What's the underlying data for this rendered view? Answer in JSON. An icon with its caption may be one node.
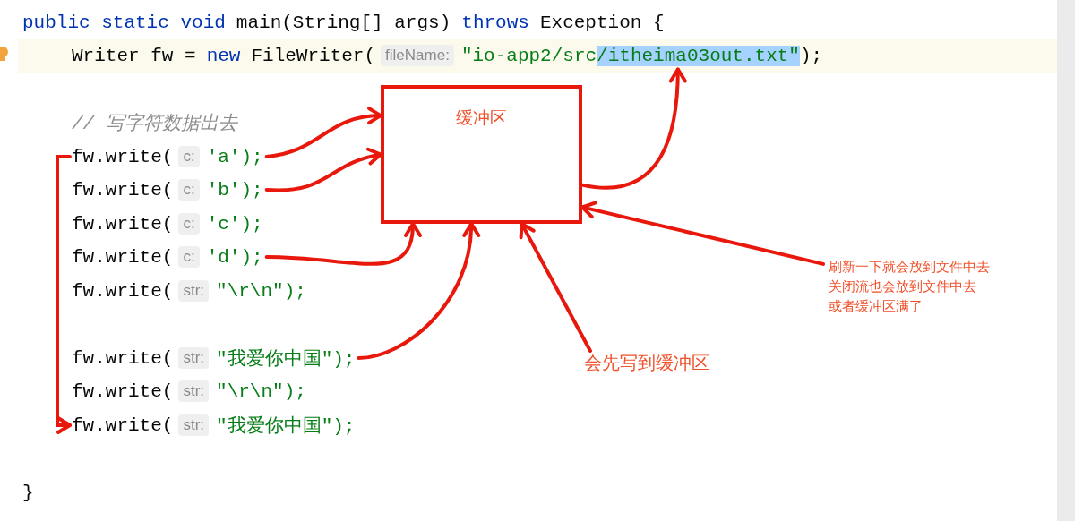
{
  "diagram": {
    "nodes": [
      {
        "text": [
          "/itheima03out.txt\""
        ]
      },
      {
        "text": [
          "缓冲区"
        ]
      },
      {
        "text": [
          "fw.write(",
          "c:",
          "'a');"
        ]
      },
      {
        "text": [
          "fw.write(",
          "c:",
          "'b');"
        ]
      },
      {
        "text": [
          "fw.write(",
          "c:",
          "'c');"
        ]
      },
      {
        "text": [
          "fw.write(",
          "c:",
          "'d');"
        ]
      },
      {
        "text": [
          "fw.write(",
          "str:",
          "\"\\r\\n\");"
        ]
      },
      {
        "text": [
          "fw.write(",
          "str:",
          "\"我爱你中国\");"
        ]
      },
      {
        "text": [
          "fw.write(",
          "str:",
          "\"\\r\\n\");"
        ]
      },
      {
        "text": [
          "fw.write(",
          "str:",
          "\"我爱你中国\");"
        ]
      },
      {
        "text": [
          "会先写到缓冲区"
        ]
      },
      {
        "text": [
          "刷新一下就会放到文件中去",
          "关闭流也会放到文件中去",
          "或者缓冲区满了"
        ]
      }
    ],
    "edges": [
      {
        "from": 2,
        "to": 1,
        "arrow": "to"
      },
      {
        "from": 3,
        "to": 1,
        "arrow": "to"
      },
      {
        "from": 5,
        "to": 1,
        "arrow": "to"
      },
      {
        "from": 7,
        "to": 1,
        "arrow": "to"
      },
      {
        "from": 1,
        "to": 0,
        "arrow": "to"
      },
      {
        "from": 10,
        "to": 1,
        "arrow": "to"
      },
      {
        "from": 11,
        "to": 1,
        "arrow": "to"
      },
      {
        "from": 2,
        "to": 9,
        "arrow": "to"
      }
    ],
    "labels": [
      "public static void",
      "main(String[] args)",
      "throws",
      "Exception {",
      "Writer fw =",
      "new",
      "FileWriter(",
      "fileName:",
      "\"io-app2/src",
      ");",
      "// 写字符数据出去",
      "}"
    ]
  }
}
